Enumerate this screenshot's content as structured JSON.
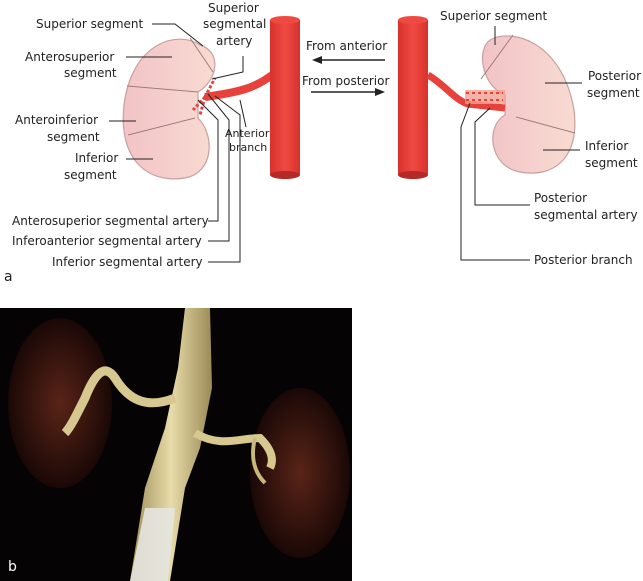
{
  "panel_a": {
    "label": "a",
    "left_kidney": {
      "superior_segment": "Superior segment",
      "anterosuperior_segment": [
        "Anterosuperior",
        "segment"
      ],
      "anteroinferior_segment": [
        "Anteroinferior",
        "segment"
      ],
      "inferior_segment": [
        "Inferior",
        "segment"
      ],
      "superior_segmental_artery": [
        "Superior",
        "segmental",
        "artery"
      ],
      "anterior_branch": [
        "Anterior",
        "branch"
      ],
      "anterosuperior_segmental_artery": "Anterosuperior segmental artery",
      "inferoanterior_segmental_artery": "Inferoanterior segmental artery",
      "inferior_segmental_artery": "Inferior segmental artery"
    },
    "arrows": {
      "from_anterior": "From anterior",
      "from_posterior": "From posterior"
    },
    "right_kidney": {
      "superior_segment": "Superior segment",
      "posterior_segment": [
        "Posterior",
        "segment"
      ],
      "inferior_segment": [
        "Inferior",
        "segment"
      ],
      "posterior_segmental_artery": [
        "Posterior",
        "segmental artery"
      ],
      "posterior_branch": "Posterior branch"
    },
    "colors": {
      "artery": "#e8413c",
      "kidney": "#f6d3cd",
      "kidney_outline": "#c9a0a0"
    }
  },
  "panel_b": {
    "label": "b"
  }
}
